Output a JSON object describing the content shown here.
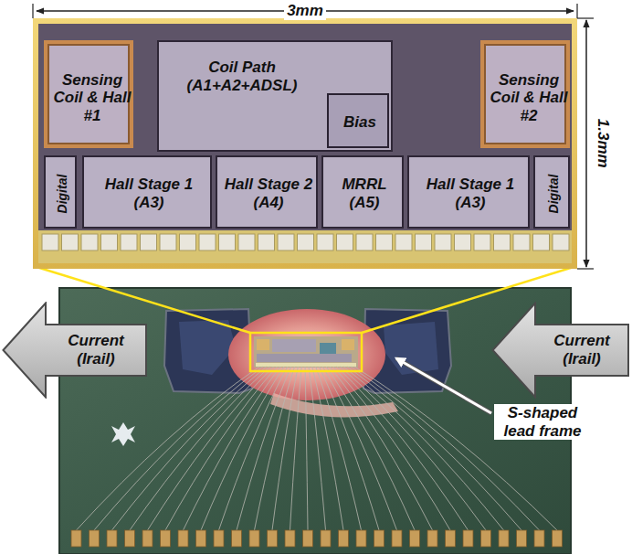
{
  "diagram": {
    "nodes": [
      {
        "text": [
          "Sensing Coil & Hall #1"
        ]
      },
      {
        "text": [
          "Coil Path (A1+A2+ADSL)"
        ]
      },
      {
        "text": [
          "Bias"
        ],
        "in": 1
      },
      {
        "text": [
          "Sensing Coil & Hall #2"
        ]
      },
      {
        "text": [
          "Digital"
        ]
      },
      {
        "text": [
          "Hall Stage 1 (A3)"
        ]
      },
      {
        "text": [
          "Hall Stage 2 (A4)"
        ]
      },
      {
        "text": [
          "MRRL (A5)"
        ]
      },
      {
        "text": [
          "Hall Stage 1 (A3)"
        ]
      },
      {
        "text": [
          "Digital"
        ]
      },
      {
        "text": [
          "Current (Irail)"
        ]
      },
      {
        "text": [
          "Current (Irail)"
        ]
      }
    ],
    "labels": [
      "3mm",
      "1.3mm",
      "S-shaped lead frame"
    ]
  }
}
